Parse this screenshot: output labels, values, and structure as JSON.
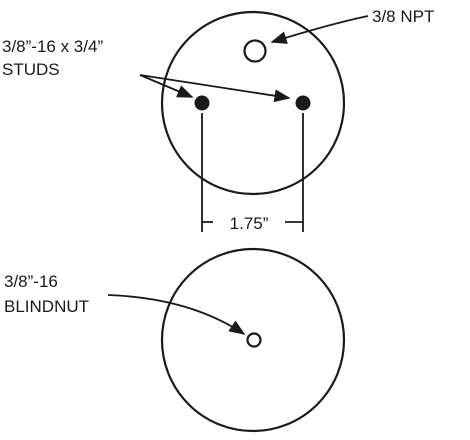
{
  "top_view": {
    "port_label": "3/8 NPT",
    "studs_label_line1": "3/8”-16 x 3/4”",
    "studs_label_line2": "STUDS",
    "spacing_label": "1.75”"
  },
  "bottom_view": {
    "nut_label_line1": "3/8”-16",
    "nut_label_line2": "BLINDNUT"
  }
}
